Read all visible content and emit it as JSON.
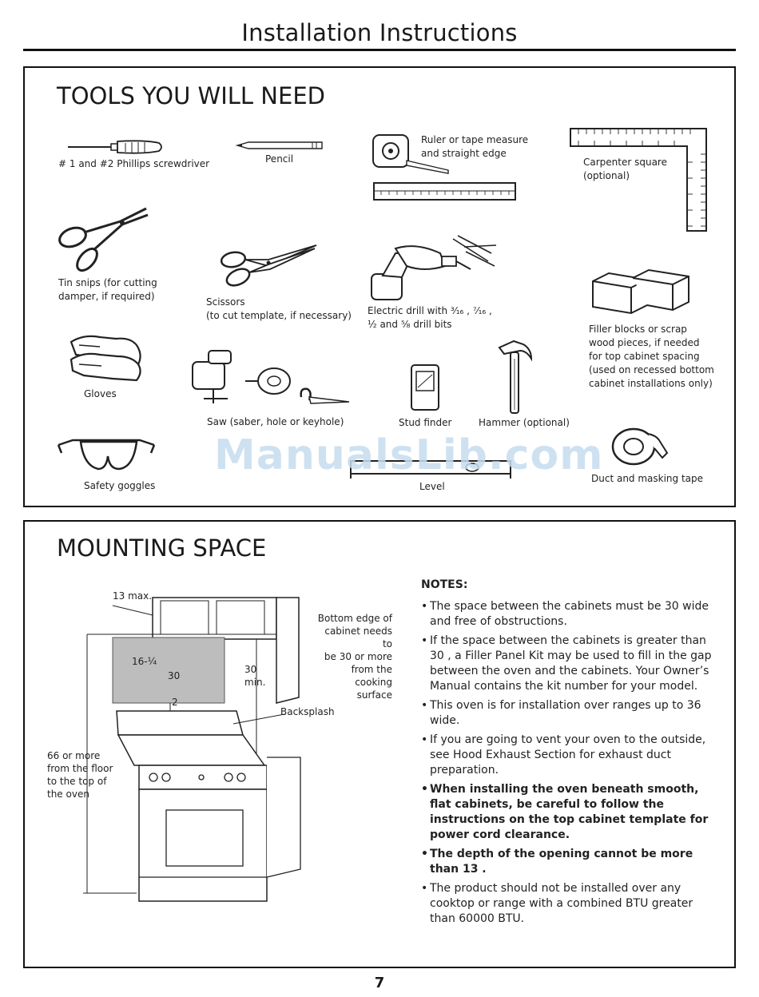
{
  "header": {
    "title": "Installation Instructions"
  },
  "tools": {
    "heading": "TOOLS YOU WILL NEED",
    "items": {
      "screwdriver": "# 1 and #2 Phillips screwdriver",
      "pencil": "Pencil",
      "ruler": "Ruler or tape measure\nand straight edge",
      "carpenter_square": "Carpenter square\n(optional)",
      "tin_snips": "Tin snips (for cutting\ndamper, if required)",
      "scissors": "Scissors\n(to cut template, if necessary)",
      "drill": "Electric drill with ³⁄₁₆ ,  ⁷⁄₁₆ ,\n½   and ⁵⁄₈   drill bits",
      "filler_blocks": "Filler blocks or scrap\nwood pieces, if needed\nfor top cabinet spacing\n(used on recessed bottom\ncabinet installations only)",
      "gloves": "Gloves",
      "saw": "Saw (saber, hole or keyhole)",
      "stud_finder": "Stud finder",
      "hammer": "Hammer (optional)",
      "safety_goggles": "Safety goggles",
      "level": "Level",
      "tape": "Duct and masking tape"
    }
  },
  "watermark": "ManualsLib.com",
  "mounting": {
    "heading": "MOUNTING SPACE",
    "diagram": {
      "depth_max": "13   max.",
      "height_label": "16-¼",
      "width_label": "30",
      "gap_label": "2",
      "min_width": "30\nmin.",
      "bottom_edge": "Bottom edge of\ncabinet needs to\nbe 30   or more\nfrom the cooking\nsurface",
      "backsplash": "Backsplash",
      "floor_height": "66   or more\nfrom the floor\nto the top of\nthe oven"
    },
    "notes_heading": "NOTES:",
    "notes": [
      "The space between the cabinets must be 30   wide and free of obstructions.",
      "If the space between the cabinets is greater than 30  , a Filler Panel Kit may be used to fill in the gap between the oven and the cabinets. Your Owner’s Manual contains the kit number for your model.",
      "This oven is for installation over ranges up to 36   wide.",
      "If you are going to vent your oven to the outside, see Hood Exhaust Section for exhaust duct preparation.",
      "When installing the oven beneath smooth, flat cabinets, be careful to follow the instructions on the top cabinet template for power cord clearance.",
      "The depth of the opening cannot be more than 13  .",
      "The product should not be installed over any cooktop or range with a combined BTU greater than 60000 BTU."
    ]
  },
  "footer": {
    "page_number": "7"
  }
}
